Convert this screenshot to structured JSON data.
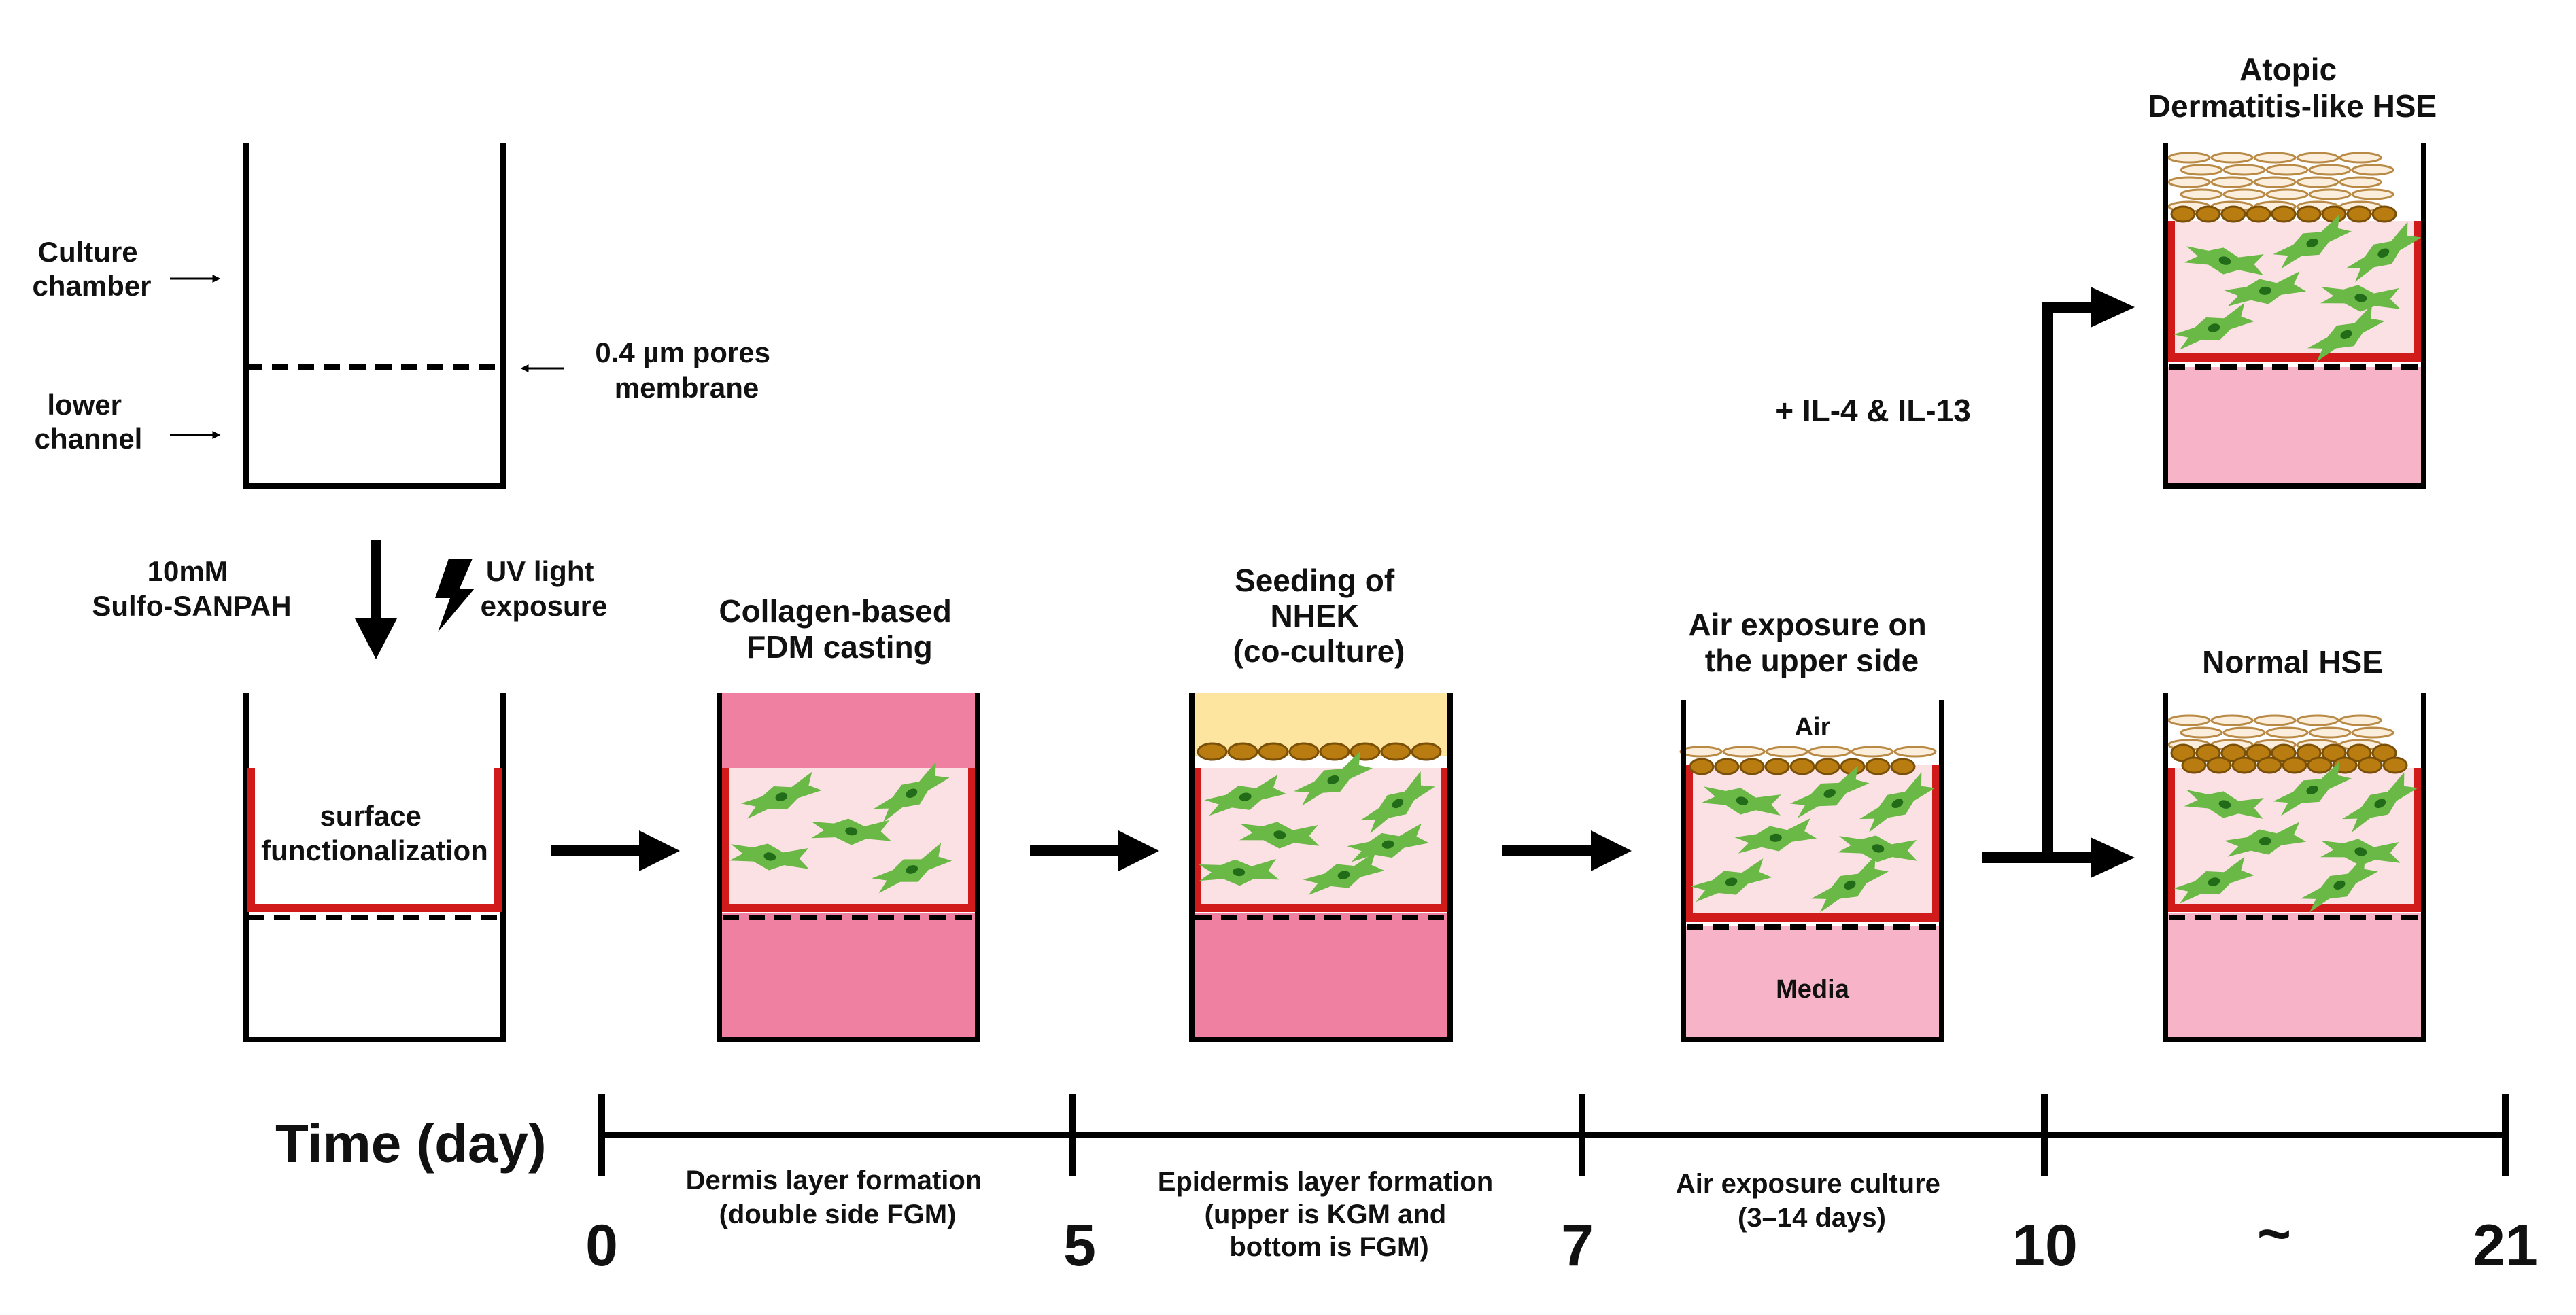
{
  "colors": {
    "well_stroke": "#000000",
    "functionalized_wall": "#d11b1b",
    "dermis_fill": "#fbe0e4",
    "media_dark": "#f080a2",
    "media_light": "#f7b3c8",
    "feeding_medium_yellow": "#fde5a0",
    "keratinocyte": "#b97c10",
    "cornified_layer": "#fbeedc",
    "fibroblast": "#6ab845",
    "fibroblast_nucleus": "#226b18",
    "arrow": "#000000"
  },
  "icons": [
    "arrow-right-icon",
    "arrow-down-icon",
    "lightning-bolt-icon",
    "fibroblast-cell-icon",
    "keratinocyte-cell-icon"
  ],
  "setup": {
    "culture_chamber_label": [
      "Culture",
      "chamber"
    ],
    "lower_channel_label": [
      "lower",
      "channel"
    ],
    "membrane_label": [
      "0.4 µm pores",
      "membrane"
    ],
    "reagent_label": [
      "10mM",
      "Sulfo-SANPAH"
    ],
    "uv_label": [
      "UV light",
      "exposure"
    ],
    "surface_label": [
      "surface",
      "functionalization"
    ]
  },
  "stages": [
    {
      "title": [
        "Collagen-based",
        "FDM casting"
      ]
    },
    {
      "title": [
        "Seeding of",
        "NHEK",
        "(co-culture)"
      ]
    },
    {
      "title": [
        "Air exposure on",
        "the upper side"
      ],
      "air_label": "Air",
      "media_label": "Media"
    },
    {
      "title": [
        "Normal HSE"
      ]
    },
    {
      "title": [
        "Atopic",
        "Dermatitis-like HSE"
      ]
    }
  ],
  "treatment_label": "+ IL-4 & IL-13",
  "timeline": {
    "axis_title": "Time (day)",
    "ticks": [
      "0",
      "5",
      "7",
      "10",
      "~",
      "21"
    ],
    "periods": [
      {
        "lines": [
          "Dermis layer formation",
          "(double side FGM)"
        ]
      },
      {
        "lines": [
          "Epidermis layer formation",
          "(upper is KGM and",
          "bottom is FGM)"
        ]
      },
      {
        "lines": [
          "Air exposure culture",
          "(3–14 days)"
        ]
      }
    ]
  }
}
